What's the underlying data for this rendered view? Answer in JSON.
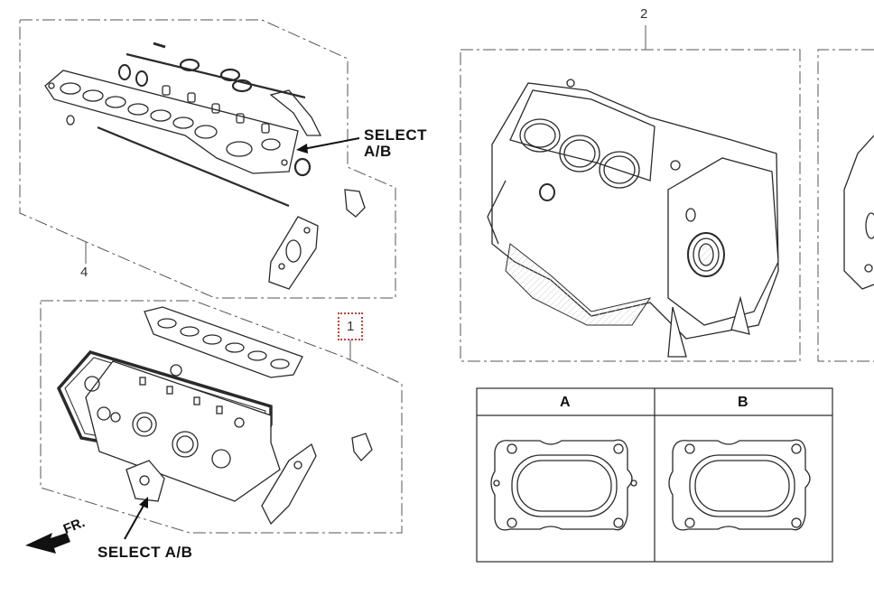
{
  "callouts": {
    "item_1": "1",
    "item_2": "2",
    "item_4": "4"
  },
  "labels": {
    "select_ab_top_line1": "SELECT",
    "select_ab_top_line2": "A/B",
    "select_ab_bottom": "SELECT A/B",
    "front_direction": "FR."
  },
  "option_table": {
    "col_a": "A",
    "col_b": "B"
  },
  "colors": {
    "line": "#2a2a2a",
    "dashed_frame": "#555555",
    "hotspot_border": "#b9473a"
  }
}
